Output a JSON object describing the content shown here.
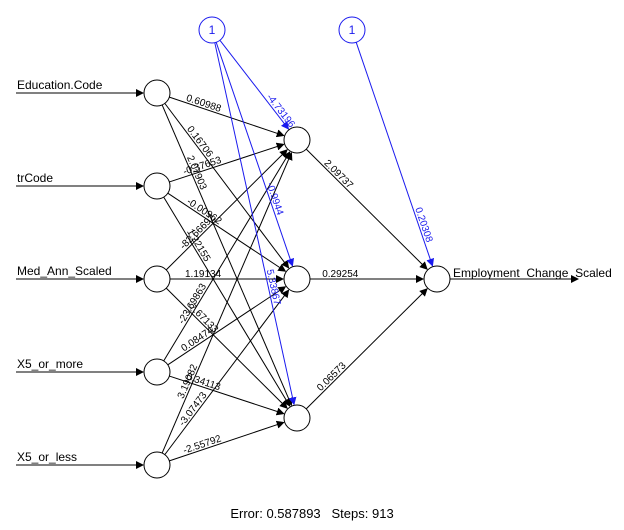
{
  "diagram": {
    "colors": {
      "main": "#000000",
      "bias": "#1a1aee"
    },
    "inputs": [
      "Education.Code",
      "trCode",
      "Med_Ann_Scaled",
      "X5_or_more",
      "X5_or_less"
    ],
    "output": "Employment_Change_Scaled",
    "bias_label": "1",
    "input_to_hidden_weights": [
      [
        "0.60988",
        "0.16706",
        "2.07903"
      ],
      [
        "-0.37653",
        "-0.00962",
        "1.22155"
      ],
      [
        "-82.66692",
        "1.19134",
        "-7.67133"
      ],
      [
        "-23.69863",
        "0.08474",
        "0.34113"
      ],
      [
        "3.19082",
        "-3.07473",
        "-2.55792"
      ]
    ],
    "bias_to_hidden_weights": [
      "-4.73196",
      "-0.9944",
      "5.33867"
    ],
    "hidden_to_output_weights": [
      "2.09737",
      "0.29254",
      "0.06573"
    ],
    "bias_to_output_weight": "0.20308"
  },
  "footer": {
    "error_label": "Error: 0.587893",
    "steps_label": "Steps: 913"
  }
}
